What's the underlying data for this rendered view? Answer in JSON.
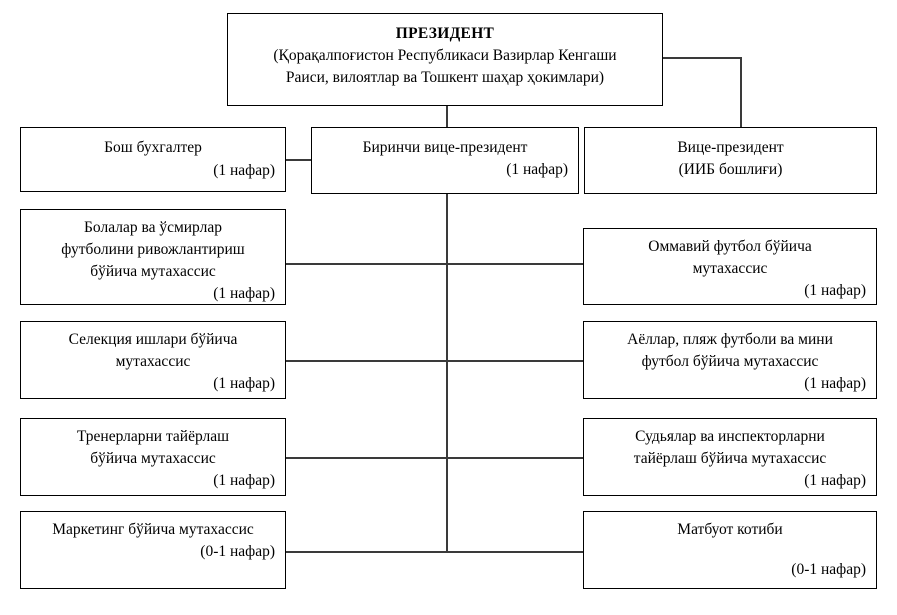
{
  "chart_data": {
    "type": "diagram",
    "title": "Organizational structure chart",
    "nodes": [
      {
        "id": "president",
        "title": "ПРЕЗИДЕНТ",
        "subtitle": "(Қорақалпоғистон Республикаси Вазирлар Кенгаши\nРаиси, вилоятлар ва Тошкент шаҳар ҳокимлари)",
        "count": "",
        "level": 0
      },
      {
        "id": "chief-accountant",
        "title": "Бош бухгалтер",
        "count": "(1 нафар)",
        "level": 1,
        "column": "left"
      },
      {
        "id": "first-vice-president",
        "title": "Биринчи вице-президент",
        "count": "(1 нафар)",
        "level": 1,
        "column": "center"
      },
      {
        "id": "vice-president",
        "title": "Вице-президент",
        "count": "(ИИБ бошлиғи)",
        "level": 1,
        "column": "right"
      },
      {
        "id": "youth-football",
        "title": "Болалар ва ўсмирлар\nфутболини ривожлантириш\nбўйича мутахассис",
        "count": "(1 нафар)",
        "level": 2,
        "column": "left"
      },
      {
        "id": "mass-football",
        "title": "Оммавий футбол бўйича\nмутахассис",
        "count": "(1 нафар)",
        "level": 2,
        "column": "right"
      },
      {
        "id": "selection",
        "title": "Селекция ишлари бўйича\nмутахассис",
        "count": "(1 нафар)",
        "level": 3,
        "column": "left"
      },
      {
        "id": "womens-beach-mini",
        "title": "Аёллар, пляж футболи ва мини\nфутбол бўйича мутахассис",
        "count": "(1 нафар)",
        "level": 3,
        "column": "right"
      },
      {
        "id": "coach-training",
        "title": "Тренерларни тайёрлаш\nбўйича мутахассис",
        "count": "(1 нафар)",
        "level": 4,
        "column": "left"
      },
      {
        "id": "referee-training",
        "title": "Судьялар ва инспекторларни\nтайёрлаш бўйича мутахассис",
        "count": "(1 нафар)",
        "level": 4,
        "column": "right"
      },
      {
        "id": "marketing",
        "title": "Маркетинг бўйича мутахассис",
        "count": "(0-1 нафар)",
        "level": 5,
        "column": "left"
      },
      {
        "id": "press-secretary",
        "title": "Матбуот котиби",
        "count": "(0-1 нафар)",
        "level": 5,
        "column": "right"
      }
    ],
    "edges": [
      {
        "from": "president",
        "to": "first-vice-president"
      },
      {
        "from": "president",
        "to": "vice-president"
      },
      {
        "from": "chief-accountant",
        "to": "first-vice-president"
      },
      {
        "from": "first-vice-president",
        "to": "youth-football"
      },
      {
        "from": "first-vice-president",
        "to": "mass-football"
      },
      {
        "from": "first-vice-president",
        "to": "selection"
      },
      {
        "from": "first-vice-president",
        "to": "womens-beach-mini"
      },
      {
        "from": "first-vice-president",
        "to": "coach-training"
      },
      {
        "from": "first-vice-president",
        "to": "referee-training"
      },
      {
        "from": "first-vice-president",
        "to": "marketing"
      },
      {
        "from": "first-vice-president",
        "to": "press-secretary"
      }
    ],
    "colors": {
      "box_border": "#000000",
      "connector": "#3a3a3a",
      "background": "#ffffff",
      "text": "#000000"
    }
  },
  "president": {
    "title": "ПРЕЗИДЕНТ",
    "subtitle": "(Қорақалпоғистон Республикаси Вазирлар Кенгаши\nРаиси, вилоятлар ва Тошкент шаҳар ҳокимлари)"
  },
  "row1": {
    "chief_accountant": {
      "title": "Бош бухгалтер",
      "count": "(1 нафар)"
    },
    "first_vice_president": {
      "title": "Биринчи вице-президент",
      "count": "(1 нафар)"
    },
    "vice_president": {
      "title": "Вице-президент",
      "count": "(ИИБ бошлиғи)"
    }
  },
  "row2": {
    "left": {
      "title": "Болалар ва ўсмирлар\nфутболини ривожлантириш\nбўйича мутахассис",
      "count": "(1 нафар)"
    },
    "right": {
      "title": "Оммавий футбол бўйича\nмутахассис",
      "count": "(1 нафар)"
    }
  },
  "row3": {
    "left": {
      "title": "Селекция ишлари бўйича\nмутахассис",
      "count": "(1 нафар)"
    },
    "right": {
      "title": "Аёллар, пляж футболи ва мини\nфутбол бўйича мутахассис",
      "count": "(1 нафар)"
    }
  },
  "row4": {
    "left": {
      "title": "Тренерларни тайёрлаш\nбўйича мутахассис",
      "count": "(1 нафар)"
    },
    "right": {
      "title": "Судьялар ва инспекторларни\nтайёрлаш бўйича мутахассис",
      "count": "(1 нафар)"
    }
  },
  "row5": {
    "left": {
      "title": "Маркетинг бўйича мутахассис",
      "count": "(0-1 нафар)"
    },
    "right": {
      "title": "Матбуот котиби",
      "count": "(0-1 нафар)"
    }
  }
}
